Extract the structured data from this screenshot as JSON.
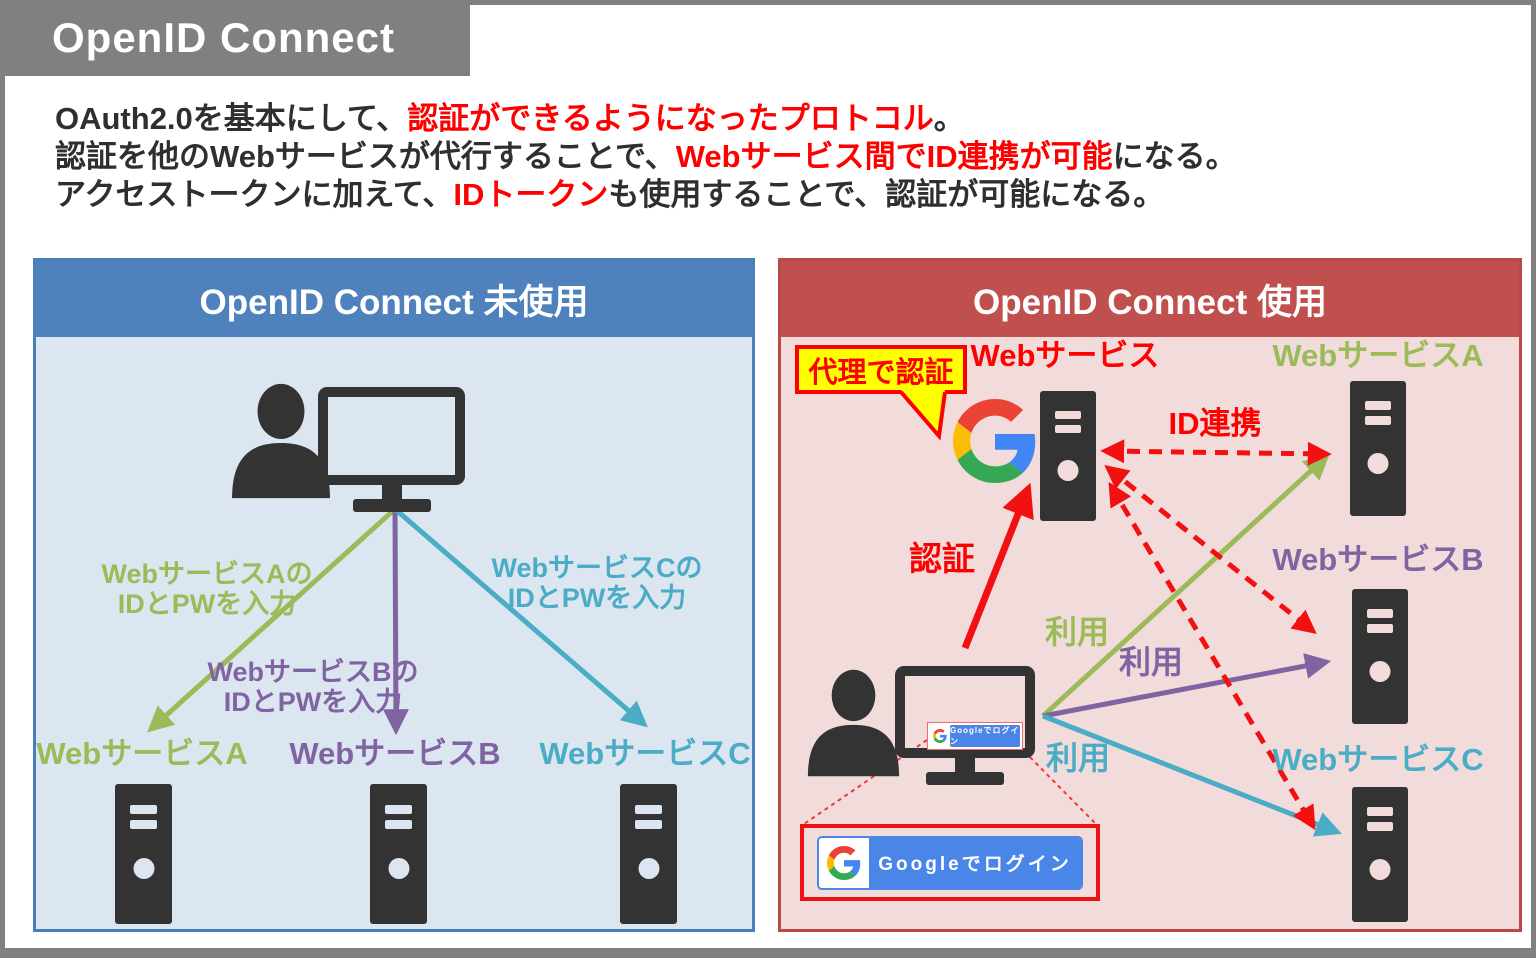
{
  "slide": {
    "title": "OpenID Connect"
  },
  "intro": {
    "lines": [
      [
        {
          "t": "OAuth2.0を基本にして、"
        },
        {
          "t": "認証ができるようになったプロトコル",
          "red": true
        },
        {
          "t": "。"
        }
      ],
      [
        {
          "t": "認証を他のWebサービスが代行することで、"
        },
        {
          "t": "Webサービス間でID連携が可能",
          "red": true
        },
        {
          "t": "になる。"
        }
      ],
      [
        {
          "t": "アクセストークンに加えて、"
        },
        {
          "t": "IDトークン",
          "red": true
        },
        {
          "t": "も使用することで、認証が可能になる。"
        }
      ]
    ]
  },
  "left_panel": {
    "title": "OpenID Connect 未使用",
    "input_labels": [
      {
        "line1": "WebサービスAの",
        "line2": "IDとPWを入力"
      },
      {
        "line1": "WebサービスBの",
        "line2": "IDとPWを入力"
      },
      {
        "line1": "WebサービスCの",
        "line2": "IDとPWを入力"
      }
    ],
    "services": [
      {
        "name": "WebサービスA"
      },
      {
        "name": "WebサービスB"
      },
      {
        "name": "WebサービスC"
      }
    ]
  },
  "right_panel": {
    "title": "OpenID Connect 使用",
    "proxy_bubble": "代理で認証",
    "idp_service": "Webサービス",
    "auth_arrow": "認証",
    "id_federation": "ID連携",
    "use_arrows": [
      {
        "label": "利用"
      },
      {
        "label": "利用"
      },
      {
        "label": "利用"
      }
    ],
    "services": [
      {
        "name": "WebサービスA"
      },
      {
        "name": "WebサービスB"
      },
      {
        "name": "WebサービスC"
      }
    ],
    "google_login": "Googleでログイン"
  },
  "colors": {
    "accent_red": "#fe0000",
    "panel_blue_header": "#4f81bd",
    "panel_blue_bg": "#dce6f1",
    "panel_red_header": "#c0504d",
    "panel_red_bg": "#f2dcdb",
    "service_a_green": "#9bbb59",
    "service_b_purple": "#8064a2",
    "service_c_teal": "#4bacc6",
    "google_blue": "#4a86e8",
    "tab_gray": "#808080"
  }
}
